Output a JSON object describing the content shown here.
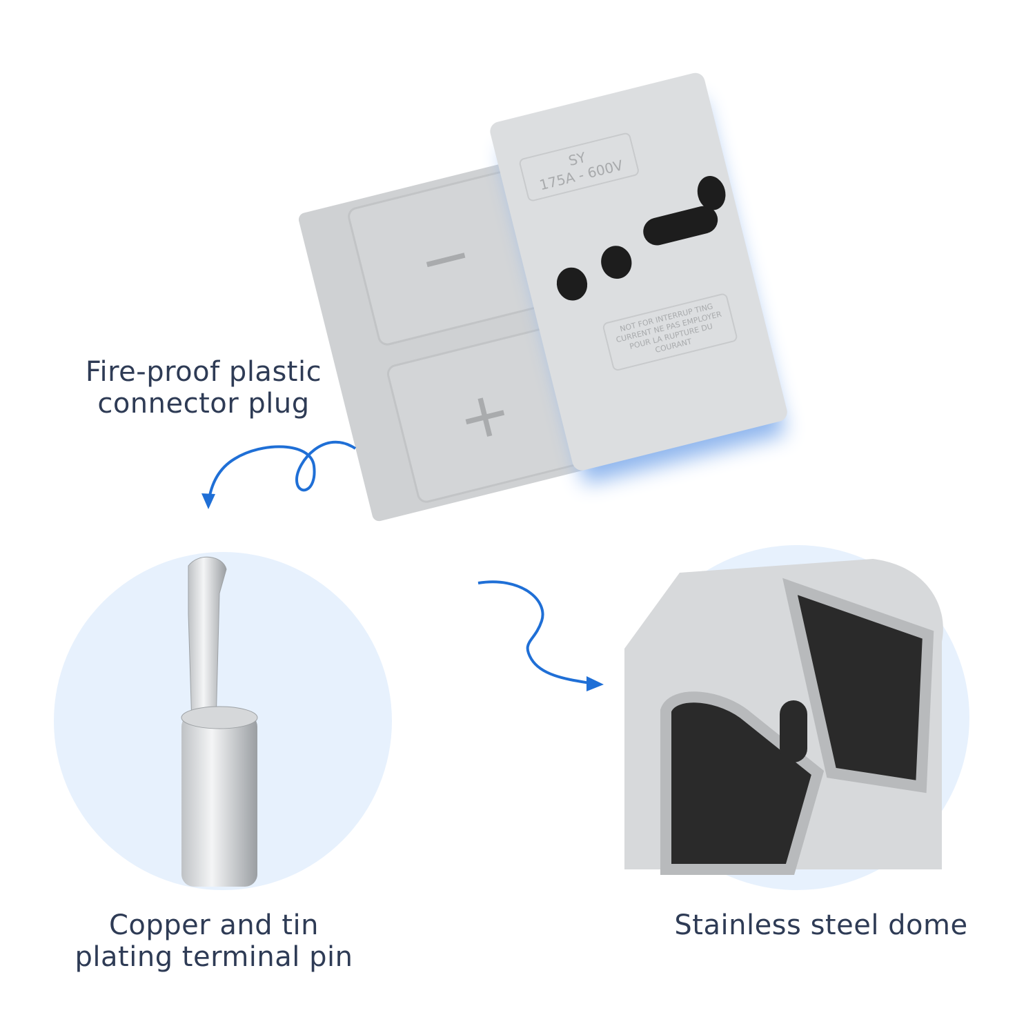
{
  "captions": {
    "plug": "Fire-proof plastic connector plug",
    "plug_line1": "Fire-proof plastic",
    "plug_line2": "connector plug",
    "pin_line1": "Copper and tin",
    "pin_line2": "plating terminal pin",
    "dome": "Stainless steel dome"
  },
  "product_markings": {
    "brand": "SY",
    "rating": "175A - 600V",
    "warning": "NOT FOR INTERRUP TING CURRENT NE PAS EMPLOYER POUR LA RUPTURE DU COURANT",
    "minus": "−",
    "plus": "+"
  },
  "colors": {
    "accent": "#1f6fd6",
    "text": "#2e3b55",
    "circle_bg": "#e7f1fd"
  }
}
